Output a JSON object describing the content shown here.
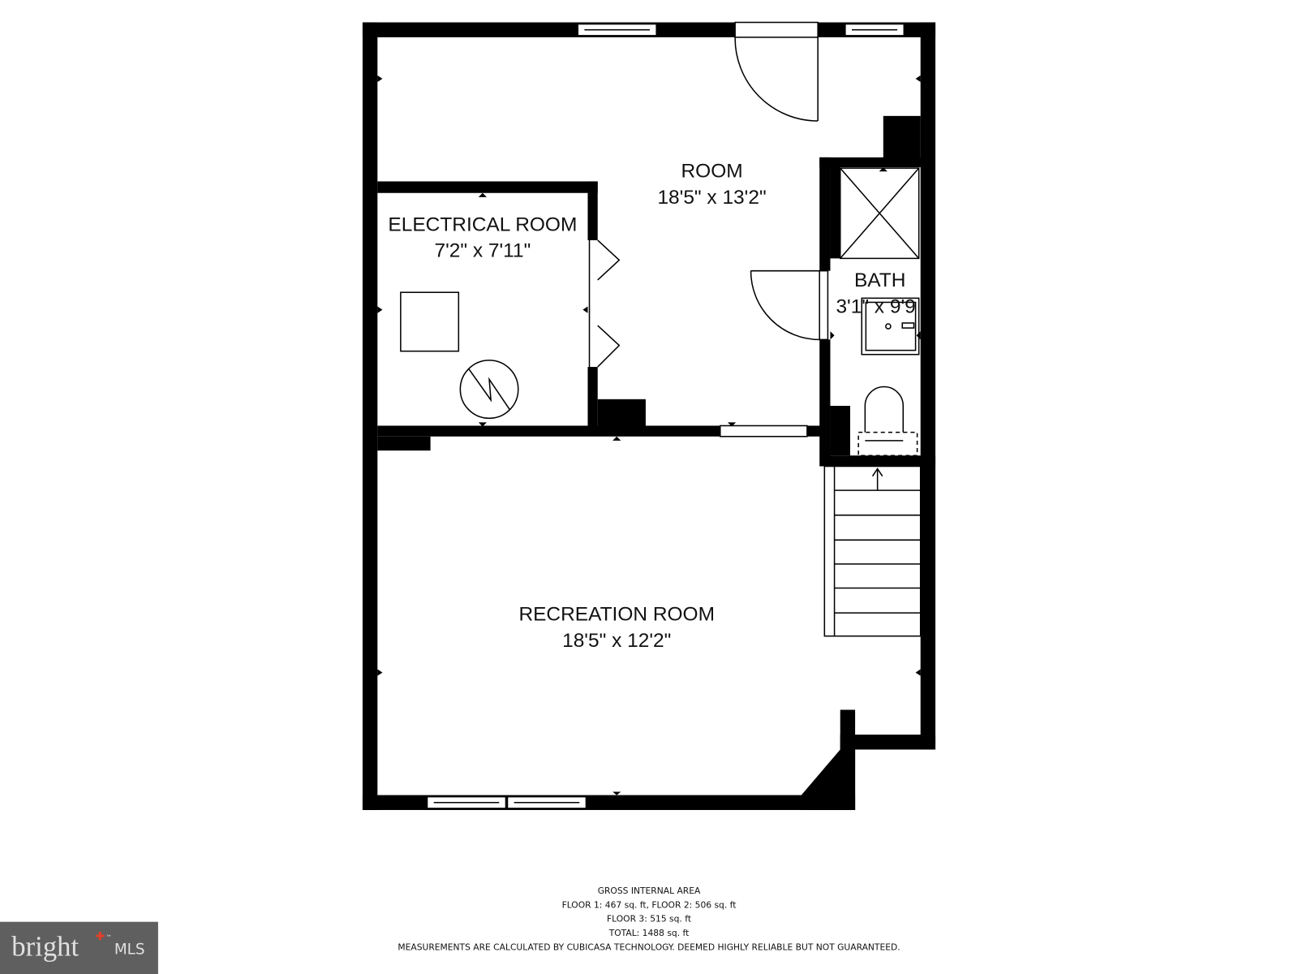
{
  "rooms": [
    {
      "name": "ROOM",
      "size": "18'5\" x 13'2\""
    },
    {
      "name": "ELECTRICAL ROOM",
      "size": "7'2\" x 7'11\""
    },
    {
      "name": "BATH",
      "size": "3'1\" x 9'9"
    },
    {
      "name": "RECREATION ROOM",
      "size": "18'5\" x 12'2\""
    }
  ],
  "footer": {
    "heading": "GROSS INTERNAL AREA",
    "line1": "FLOOR 1: 467 sq. ft, FLOOR 2: 506 sq. ft",
    "line2": "FLOOR 3: 515 sq. ft",
    "total": "TOTAL: 1488 sq. ft",
    "disclaimer": "MEASUREMENTS ARE CALCULATED BY CUBICASA TECHNOLOGY. DEEMED HIGHLY RELIABLE BUT NOT GUARANTEED."
  },
  "logo": {
    "brand": "bright",
    "suffix": "MLS",
    "tm": "™",
    "bg_color": "#5f5f5f",
    "accent_color": "#e0402a"
  },
  "colors": {
    "wall": "#000000",
    "background": "#ffffff"
  }
}
